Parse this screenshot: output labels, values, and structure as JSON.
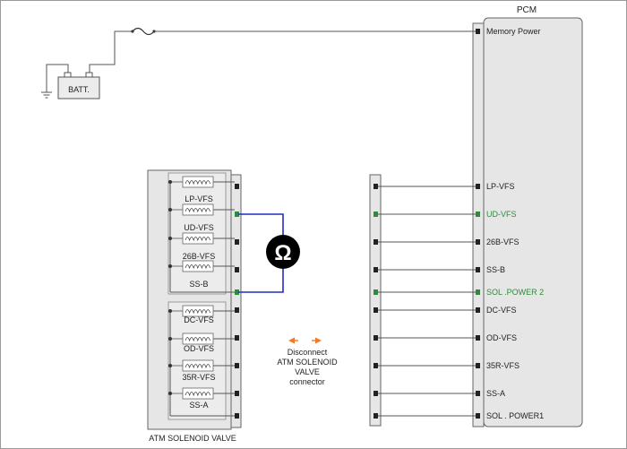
{
  "colors": {
    "wire": "#555555",
    "meter_wire": "#1f2fbf",
    "highlight": "#2e8b3a",
    "arrow": "#f07a2a",
    "module_fill": "#e6e6e6",
    "inner_fill": "#ececec"
  },
  "pcm": {
    "title": "PCM",
    "pins": [
      {
        "label": "Memory Power",
        "highlight": false
      },
      {
        "label": "LP-VFS",
        "highlight": false
      },
      {
        "label": "UD-VFS",
        "highlight": true
      },
      {
        "label": "26B-VFS",
        "highlight": false
      },
      {
        "label": "SS-B",
        "highlight": false
      },
      {
        "label": "SOL .POWER 2",
        "highlight": true
      },
      {
        "label": "DC-VFS",
        "highlight": false
      },
      {
        "label": "OD-VFS",
        "highlight": false
      },
      {
        "label": "35R-VFS",
        "highlight": false
      },
      {
        "label": "SS-A",
        "highlight": false
      },
      {
        "label": "SOL . POWER1",
        "highlight": false
      }
    ]
  },
  "battery": {
    "label": "BATT."
  },
  "valve": {
    "title": "ATM SOLENOID VALVE",
    "solenoids": [
      "LP-VFS",
      "UD-VFS",
      "26B-VFS",
      "SS-B",
      "DC-VFS",
      "OD-VFS",
      "35R-VFS",
      "SS-A"
    ]
  },
  "meter": {
    "symbol": "Ω"
  },
  "note": {
    "lines": [
      "Disconnect",
      "ATM SOLENOID",
      "VALVE",
      "connector"
    ]
  }
}
